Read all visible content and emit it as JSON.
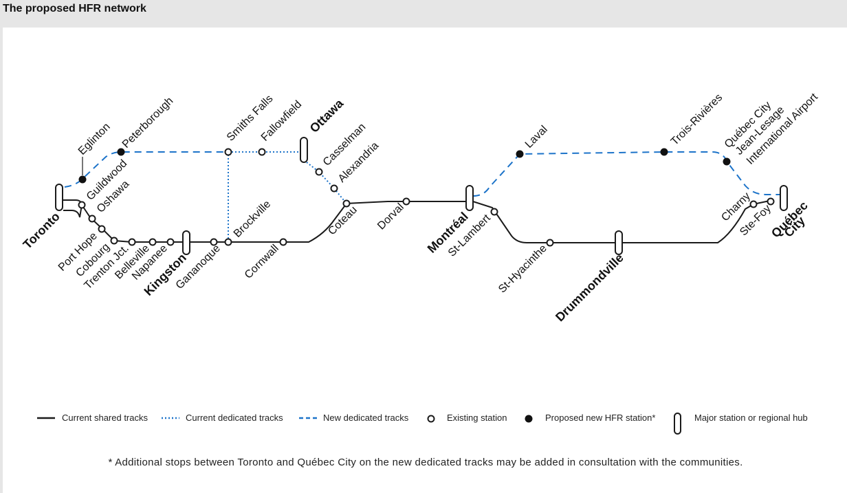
{
  "header": {
    "title": "The proposed HFR network"
  },
  "colors": {
    "shared": "#1a1a1a",
    "dedicated": "#1c73c9",
    "background": "#ffffff",
    "header_bg": "#e6e6e6"
  },
  "stations": {
    "toronto": "Toronto",
    "eglinton": "Eglinton",
    "guildwood": "Guildwood",
    "oshawa": "Oshawa",
    "peterborough": "Peterborough",
    "port_hope": "Port Hope",
    "cobourg": "Cobourg",
    "trenton": "Trenton Jct.",
    "belleville": "Belleville",
    "napanee": "Napanee",
    "kingston": "Kingston",
    "gananoque": "Gananoque",
    "brockville": "Brockville",
    "smiths_falls": "Smiths Falls",
    "fallowfield": "Fallowfield",
    "ottawa": "Ottawa",
    "casselman": "Casselman",
    "alexandria": "Alexandria",
    "cornwall": "Cornwall",
    "coteau": "Coteau",
    "dorval": "Dorval",
    "montreal": "Montréal",
    "st_lambert": "St-Lambert",
    "laval": "Laval",
    "st_hyacinthe": "St-Hyacinthe",
    "drummondville": "Drummondville",
    "trois_rivieres": "Trois-Rivières",
    "jean_lesage": [
      "Québec City",
      "Jean-Lesage",
      "International Airport"
    ],
    "charny": "Charny",
    "ste_foy": "Ste-Foy",
    "quebec_city": [
      "Québec",
      "City"
    ]
  },
  "legend": {
    "shared": "Current shared tracks",
    "current_dedicated": "Current dedicated tracks",
    "new_dedicated": "New dedicated tracks",
    "existing": "Existing station",
    "proposed": "Proposed new HFR station*",
    "hub": "Major station or regional hub"
  },
  "footnote": "* Additional stops between Toronto and Québec City on the new dedicated tracks may be added in consultation with the communities."
}
